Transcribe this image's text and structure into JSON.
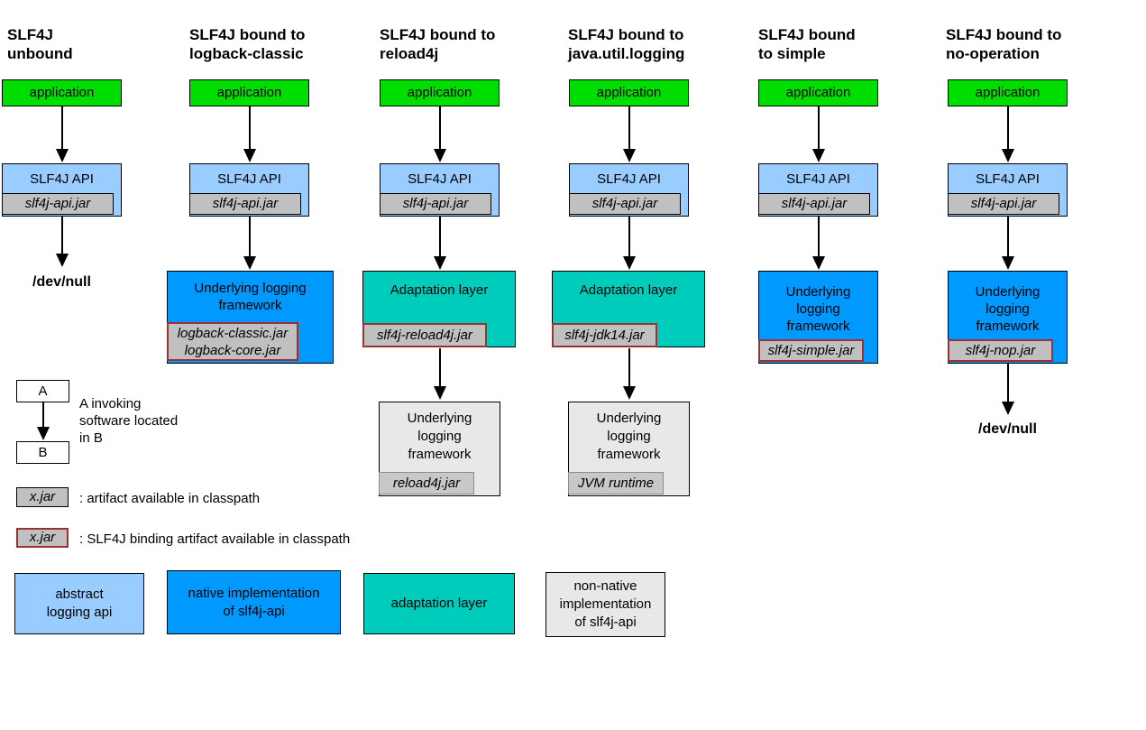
{
  "columns": [
    {
      "title_line1": "SLF4J",
      "title_line2": "unbound",
      "application_label": "application",
      "api_label": "SLF4J API",
      "api_jar": "slf4j-api.jar",
      "devnull_label": "/dev/null"
    },
    {
      "title_line1": "SLF4J bound to",
      "title_line2": "logback-classic",
      "application_label": "application",
      "api_label": "SLF4J API",
      "api_jar": "slf4j-api.jar",
      "framework_label_line1": "Underlying logging",
      "framework_label_line2": "framework",
      "framework_jar_line1": "logback-classic.jar",
      "framework_jar_line2": "logback-core.jar"
    },
    {
      "title_line1": "SLF4J bound to",
      "title_line2": "reload4j",
      "application_label": "application",
      "api_label": "SLF4J API",
      "api_jar": "slf4j-api.jar",
      "adaptation_label": "Adaptation layer",
      "adaptation_jar": "slf4j-reload4j.jar",
      "underlying_label_line1": "Underlying",
      "underlying_label_line2": "logging",
      "underlying_label_line3": "framework",
      "underlying_jar": "reload4j.jar"
    },
    {
      "title_line1": "SLF4J bound to",
      "title_line2": "java.util.logging",
      "application_label": "application",
      "api_label": "SLF4J API",
      "api_jar": "slf4j-api.jar",
      "adaptation_label": "Adaptation layer",
      "adaptation_jar": "slf4j-jdk14.jar",
      "underlying_label_line1": "Underlying",
      "underlying_label_line2": "logging",
      "underlying_label_line3": "framework",
      "underlying_jar": "JVM runtime"
    },
    {
      "title_line1": "SLF4J bound",
      "title_line2": "to simple",
      "application_label": "application",
      "api_label": "SLF4J API",
      "api_jar": "slf4j-api.jar",
      "framework_label_line1": "Underlying",
      "framework_label_line2": "logging",
      "framework_label_line3": "framework",
      "framework_jar": "slf4j-simple.jar"
    },
    {
      "title_line1": "SLF4J bound to",
      "title_line2": "no-operation",
      "application_label": "application",
      "api_label": "SLF4J API",
      "api_jar": "slf4j-api.jar",
      "framework_label_line1": "Underlying",
      "framework_label_line2": "logging",
      "framework_label_line3": "framework",
      "framework_jar": "slf4j-nop.jar",
      "devnull_label": "/dev/null"
    }
  ],
  "legend": {
    "a_label": "A",
    "b_label": "B",
    "invoke_text_line1": "A invoking",
    "invoke_text_line2": "software located",
    "invoke_text_line3": "in B",
    "artifact_box_label": "x.jar",
    "artifact_text": ": artifact available in classpath",
    "binding_box_label": "x.jar",
    "binding_text": ": SLF4J binding artifact available in classpath",
    "categories": [
      {
        "label_line1": "abstract",
        "label_line2": "logging api",
        "color": "#99ccff"
      },
      {
        "label_line1": "native implementation",
        "label_line2": "of slf4j-api",
        "color": "#0099ff"
      },
      {
        "label_line1": "adaptation layer",
        "color": "#00ccbb"
      },
      {
        "label_line1": "non-native",
        "label_line2": "implementation",
        "label_line3": "of slf4j-api",
        "color": "#e8e8e8"
      }
    ]
  },
  "colors": {
    "application_green": "#00dd00",
    "api_light_blue": "#99ccff",
    "native_blue": "#0099ff",
    "adaptation_teal": "#00ccbb",
    "jar_gray": "#c0c0c0",
    "nonnative_gray": "#e8e8e8",
    "binding_border_red": "#993333"
  }
}
